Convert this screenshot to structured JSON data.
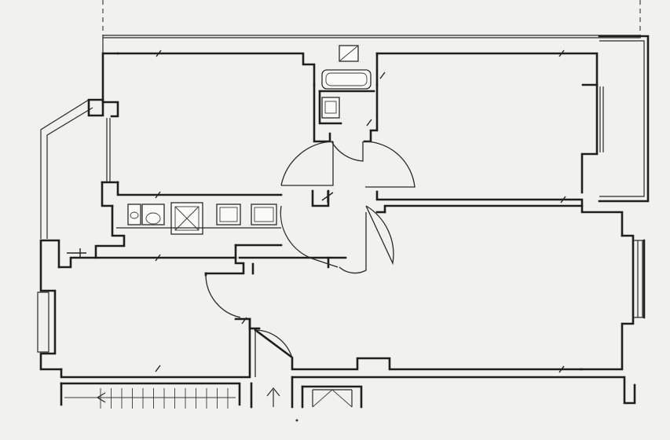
{
  "plan": {
    "colors": {
      "background": "#f1f1ef",
      "line": "#1f1f1f"
    },
    "icons": [
      "entrance-arrow-icon",
      "stair-arrow-icon",
      "electric-outlet-icon"
    ],
    "rooms": [
      "room-northwest",
      "room-northeast",
      "room-southwest",
      "room-southeast-living",
      "bathroom",
      "kitchen-strip",
      "hall"
    ]
  }
}
